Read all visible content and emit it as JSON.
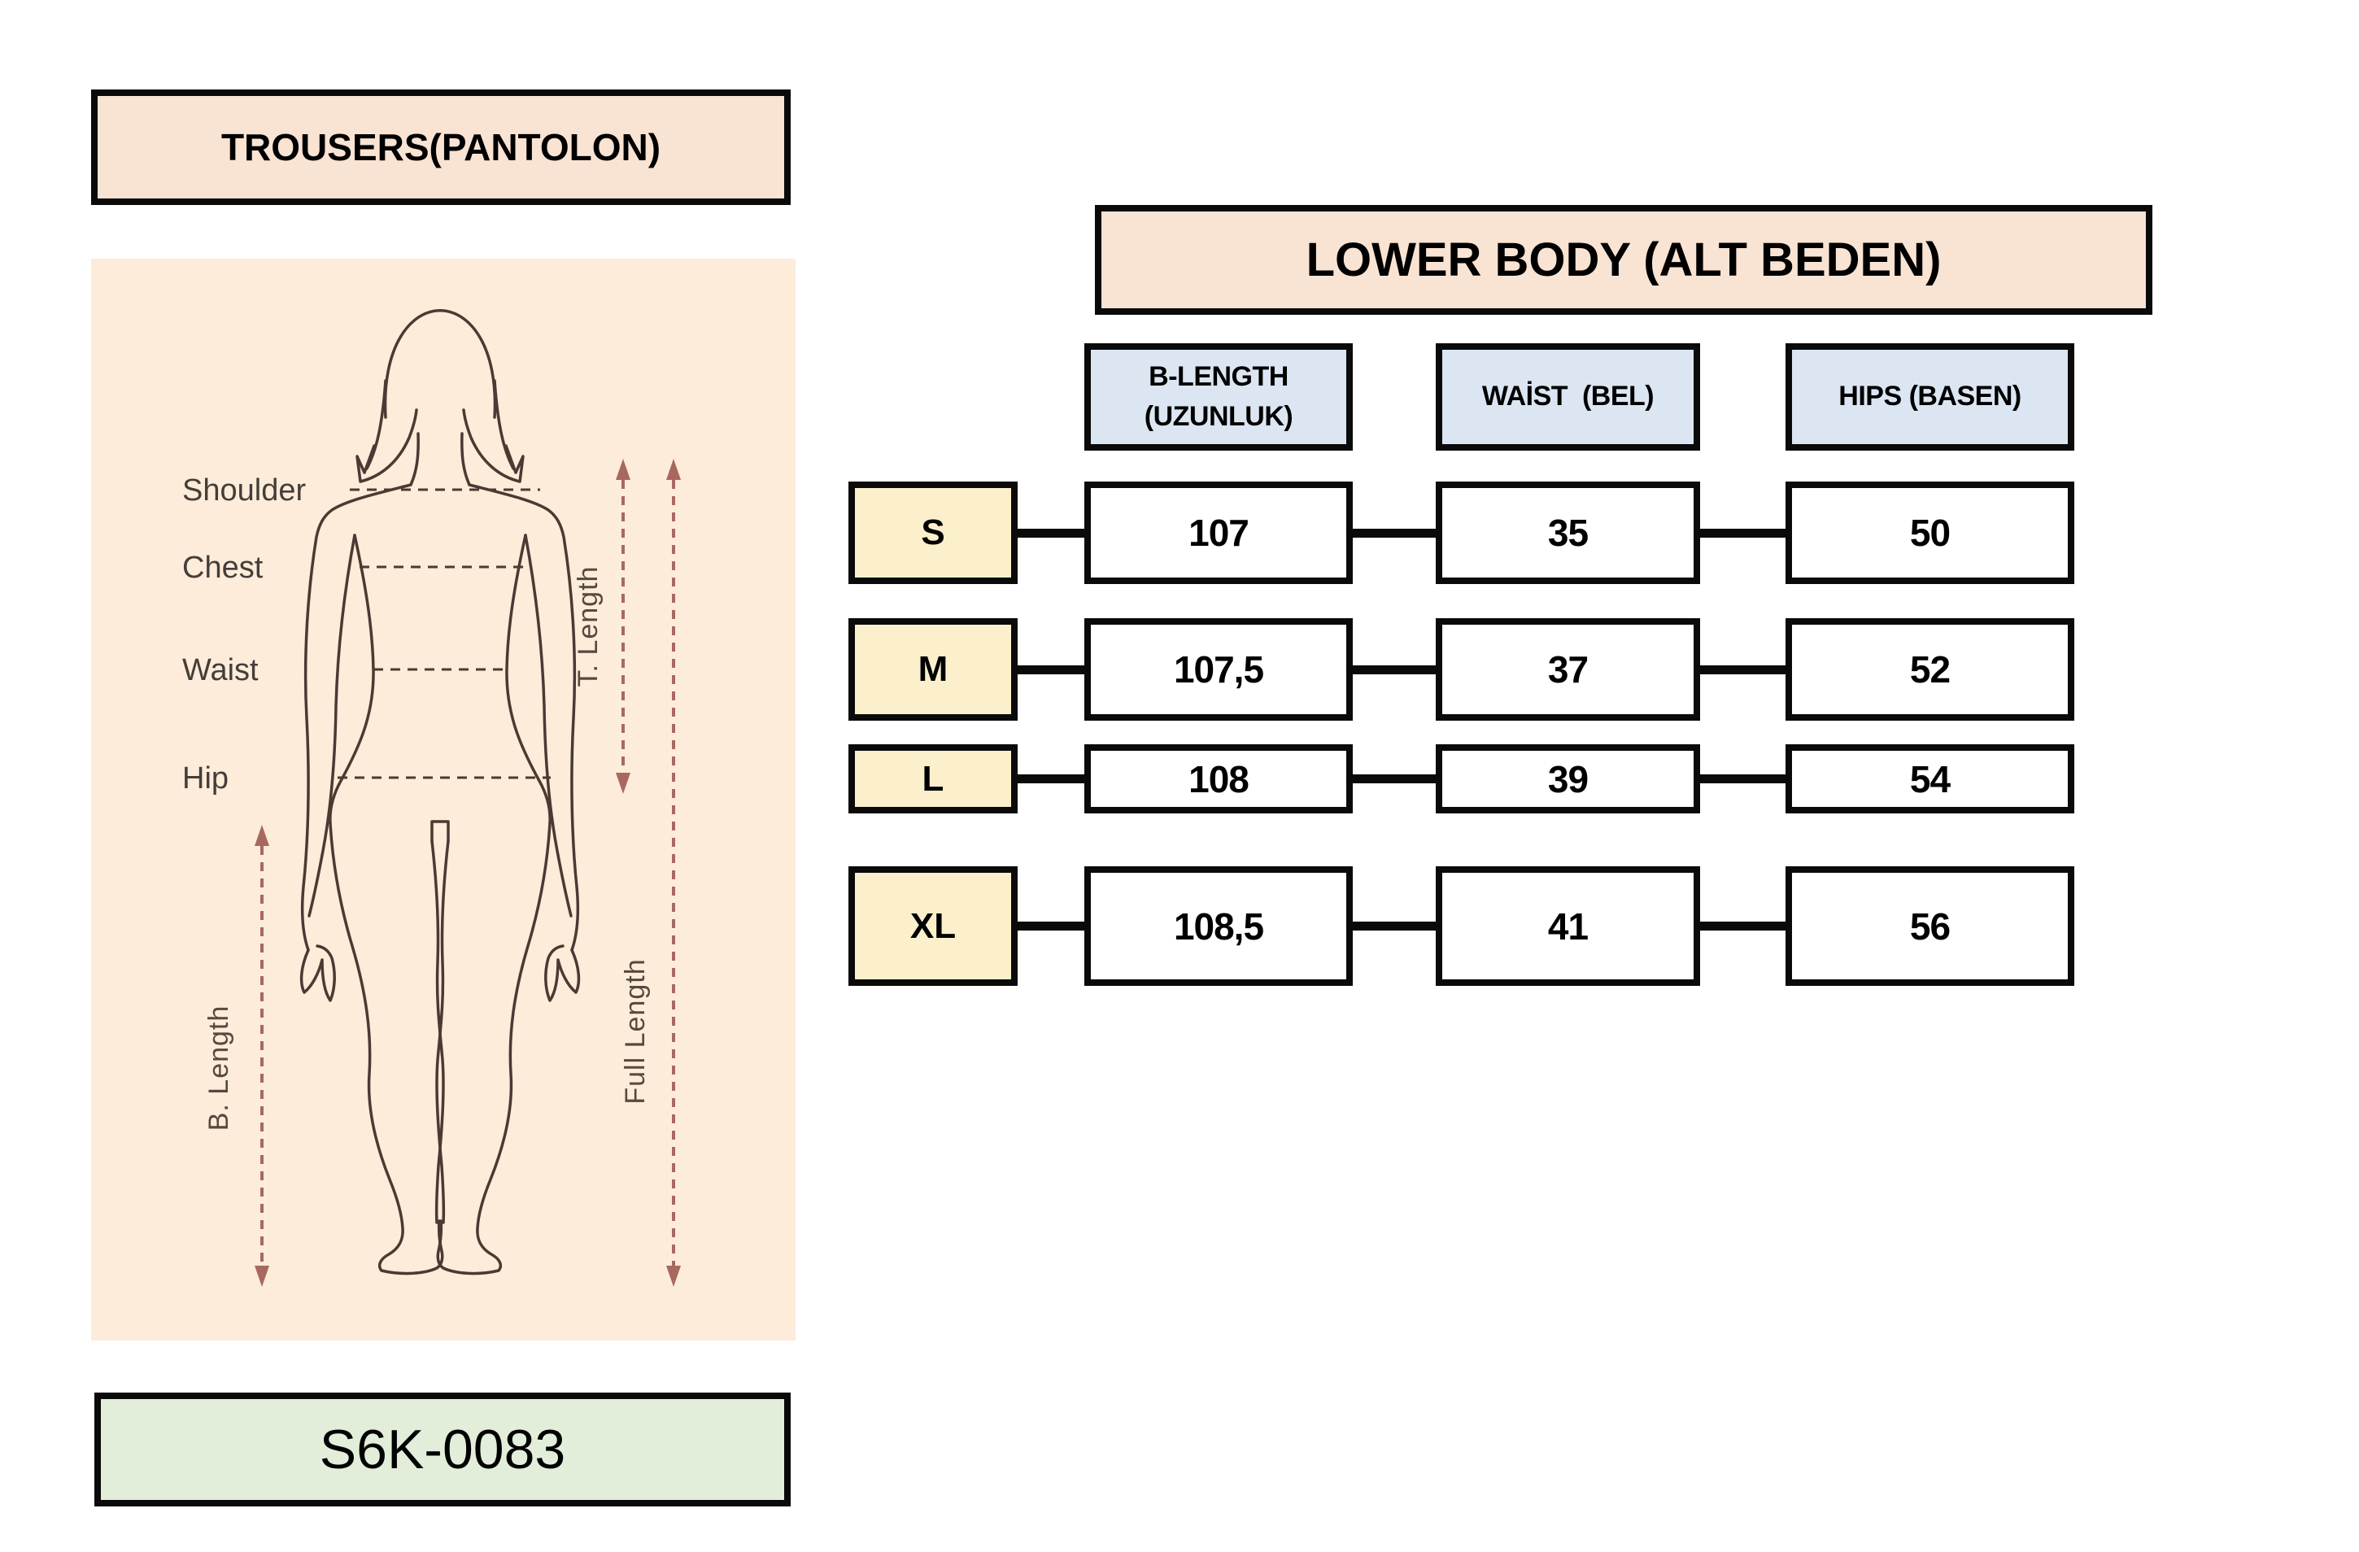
{
  "header": {
    "garment_title": "TROUSERS(PANTOLON)",
    "product_code": "S6K-0083"
  },
  "diagram": {
    "measure_labels": [
      "Shoulder",
      "Chest",
      "Waist",
      "Hip"
    ],
    "length_labels": {
      "t": "T. Length",
      "full": "Full Length",
      "b": "B. Length"
    }
  },
  "table": {
    "title": "LOWER BODY (ALT BEDEN)",
    "columns": [
      {
        "lines": [
          "B-LENGTH",
          "(UZUNLUK)"
        ]
      },
      {
        "lines": [
          "WAİST  (BEL)"
        ]
      },
      {
        "lines": [
          "HIPS (BASEN)"
        ]
      }
    ],
    "rows": [
      {
        "size": "S",
        "values": [
          "107",
          "35",
          "50"
        ]
      },
      {
        "size": "M",
        "values": [
          "107,5",
          "37",
          "52"
        ]
      },
      {
        "size": "L",
        "values": [
          "108",
          "39",
          "54"
        ]
      },
      {
        "size": "XL",
        "values": [
          "108,5",
          "41",
          "56"
        ]
      }
    ]
  },
  "colors": {
    "peach": "#f9e3d3",
    "blue": "#dbe6f2",
    "yellow": "#fbf0cb",
    "green": "#e2eeda",
    "panel": "#fdecd9",
    "figure-stroke": "#4a3a33",
    "arrow": "#a9685f",
    "border": "#0a0a0a"
  }
}
